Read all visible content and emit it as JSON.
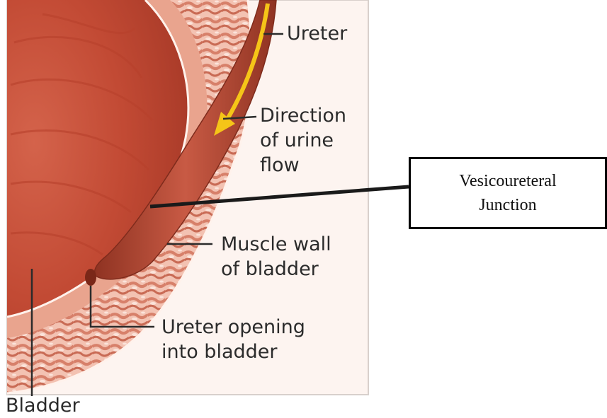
{
  "labels": {
    "ureter": "Ureter",
    "direction_1": "Direction",
    "direction_2": "of urine",
    "direction_3": "flow",
    "muscle_1": "Muscle wall",
    "muscle_2": "of bladder",
    "opening_1": "Ureter opening",
    "opening_2": "into bladder",
    "bladder": "Bladder"
  },
  "callout": {
    "line1": "Vesicoureteral",
    "line2": "Junction"
  },
  "colors": {
    "bladder_interior": "#c24a34",
    "bladder_wall": "#e9a48e",
    "ureter": "#b34a37",
    "flow_arrow": "#f5c518",
    "leader_line": "#1a1a1a"
  }
}
